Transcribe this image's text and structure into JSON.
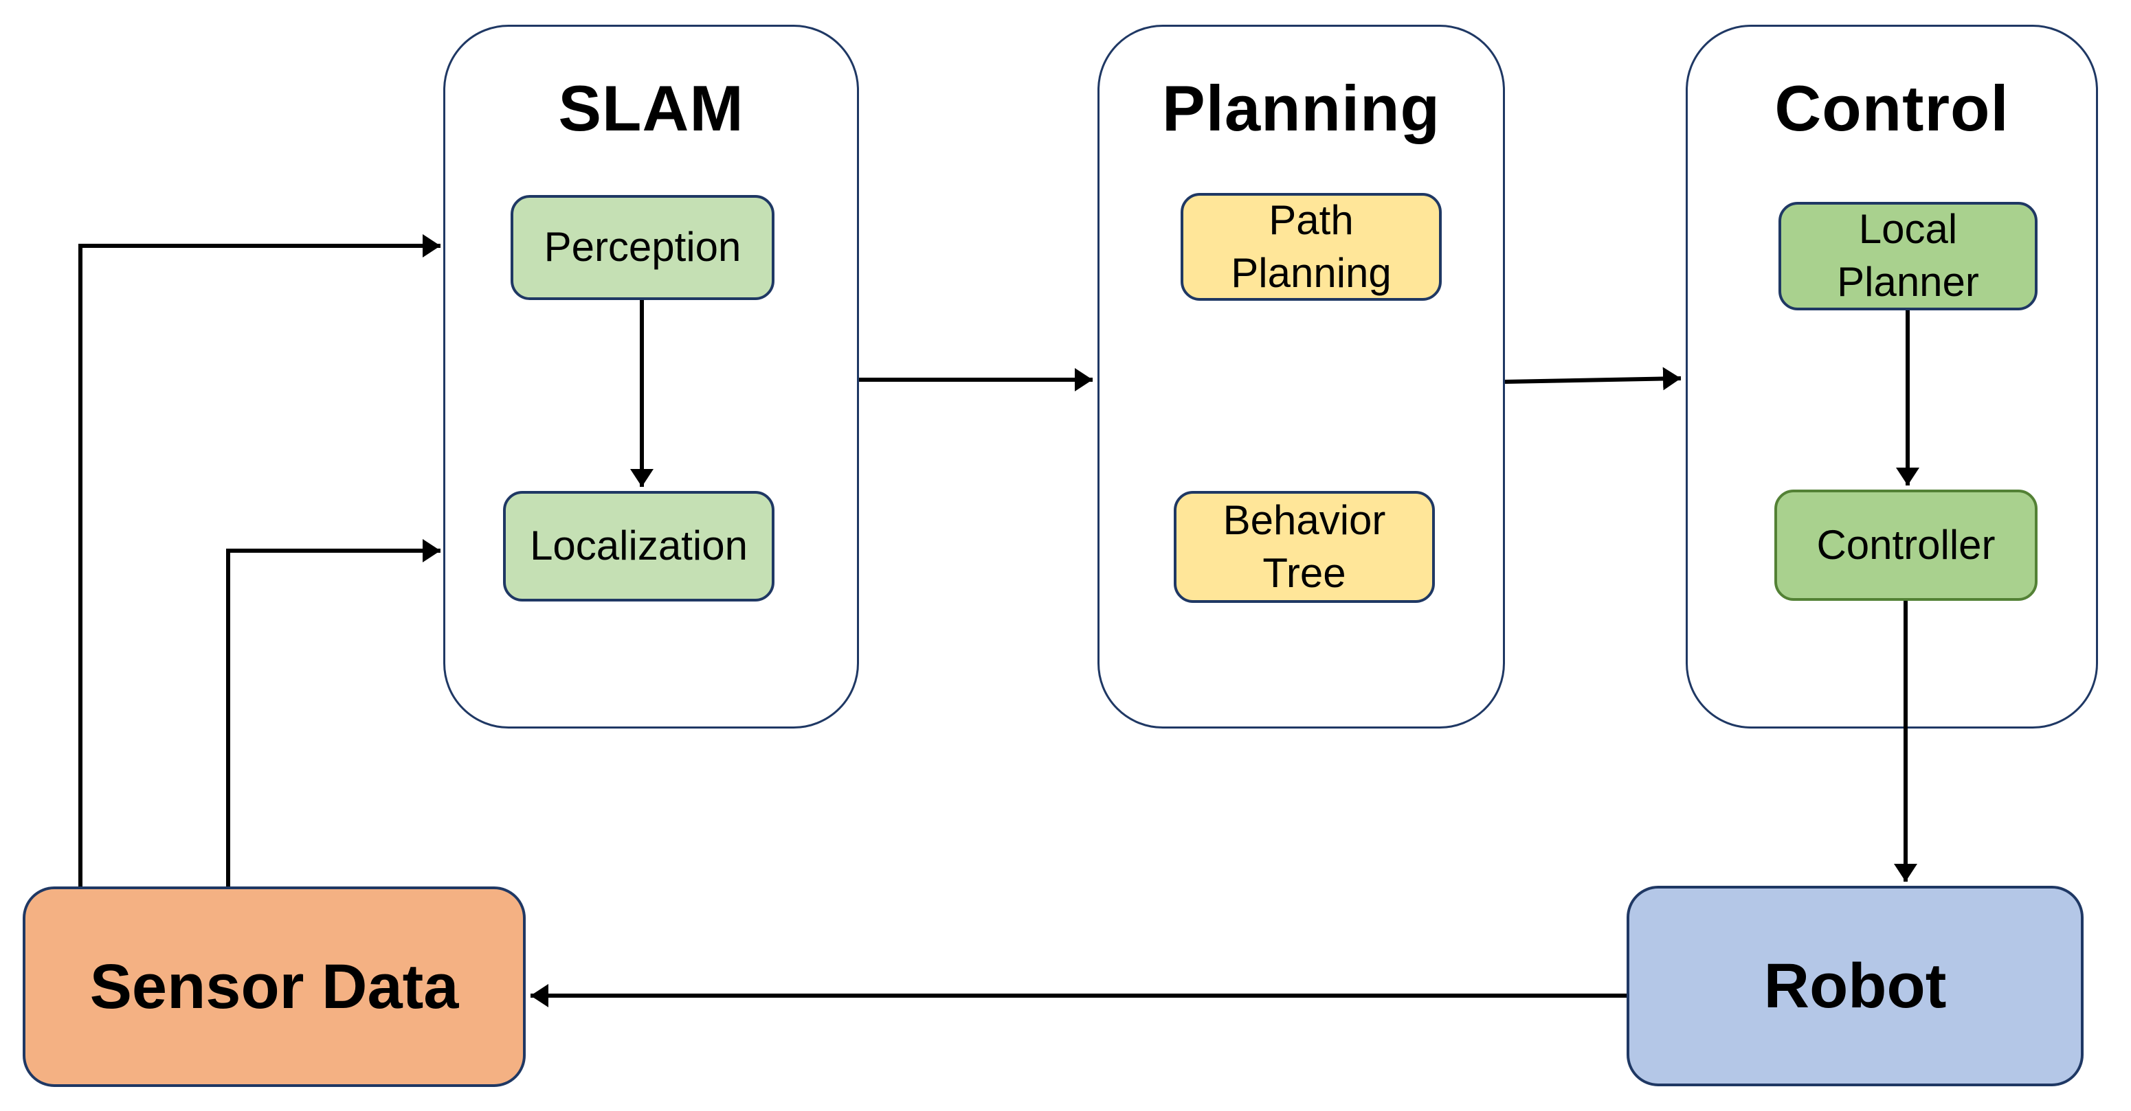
{
  "colors": {
    "canvas_bg": "#ffffff",
    "container_border": "#1f3864",
    "box_border_navy": "#1f3864",
    "box_border_green": "#538135",
    "light_green": "#c5e0b4",
    "medium_green": "#a9d18e",
    "gold": "#ffe699",
    "orange": "#f4b183",
    "blue": "#b4c7e7",
    "arrow": "#000000",
    "text": "#000000"
  },
  "groups": {
    "slam": {
      "title": "SLAM"
    },
    "planning": {
      "title": "Planning"
    },
    "control": {
      "title": "Control"
    }
  },
  "nodes": {
    "perception": {
      "label": "Perception"
    },
    "localization": {
      "label": "Localization"
    },
    "path_planning": {
      "label": "Path\nPlanning"
    },
    "behavior_tree": {
      "label": "Behavior\nTree"
    },
    "local_planner": {
      "label": "Local\nPlanner"
    },
    "controller": {
      "label": "Controller"
    },
    "sensor_data": {
      "label": "Sensor Data"
    },
    "robot": {
      "label": "Robot"
    }
  },
  "edges": [
    {
      "from": "sensor_data",
      "to": "slam-perception-level",
      "style": "elbow-up-right"
    },
    {
      "from": "sensor_data",
      "to": "slam-localization-level",
      "style": "elbow-up-right"
    },
    {
      "from": "slam",
      "to": "planning",
      "style": "straight"
    },
    {
      "from": "planning",
      "to": "control",
      "style": "straight"
    },
    {
      "from": "perception",
      "to": "localization",
      "style": "straight"
    },
    {
      "from": "local_planner",
      "to": "controller",
      "style": "straight"
    },
    {
      "from": "controller",
      "to": "robot",
      "style": "straight"
    },
    {
      "from": "robot",
      "to": "sensor_data",
      "style": "straight"
    }
  ]
}
